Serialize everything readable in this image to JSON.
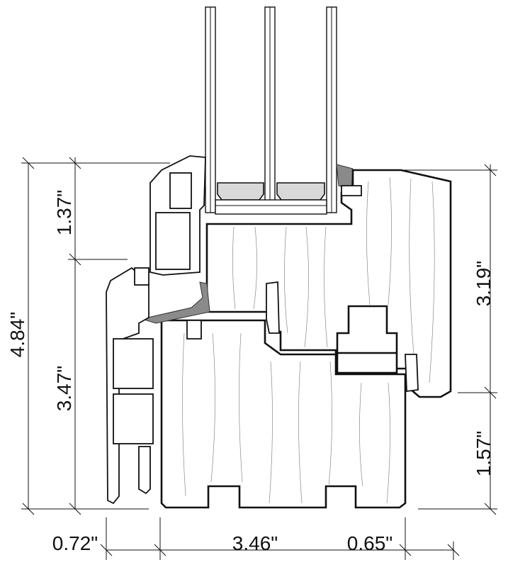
{
  "dimensions": {
    "overall_height": "4.84\"",
    "upper_height": "1.37\"",
    "lower_height": "3.47\"",
    "right_upper": "3.19\"",
    "right_lower": "1.57\"",
    "bottom_left": "0.72\"",
    "bottom_middle": "3.46\"",
    "bottom_right": "0.65\""
  },
  "colors": {
    "line": "#111111",
    "seal": "#8a8a8a",
    "spacer": "#d9d9d9"
  }
}
